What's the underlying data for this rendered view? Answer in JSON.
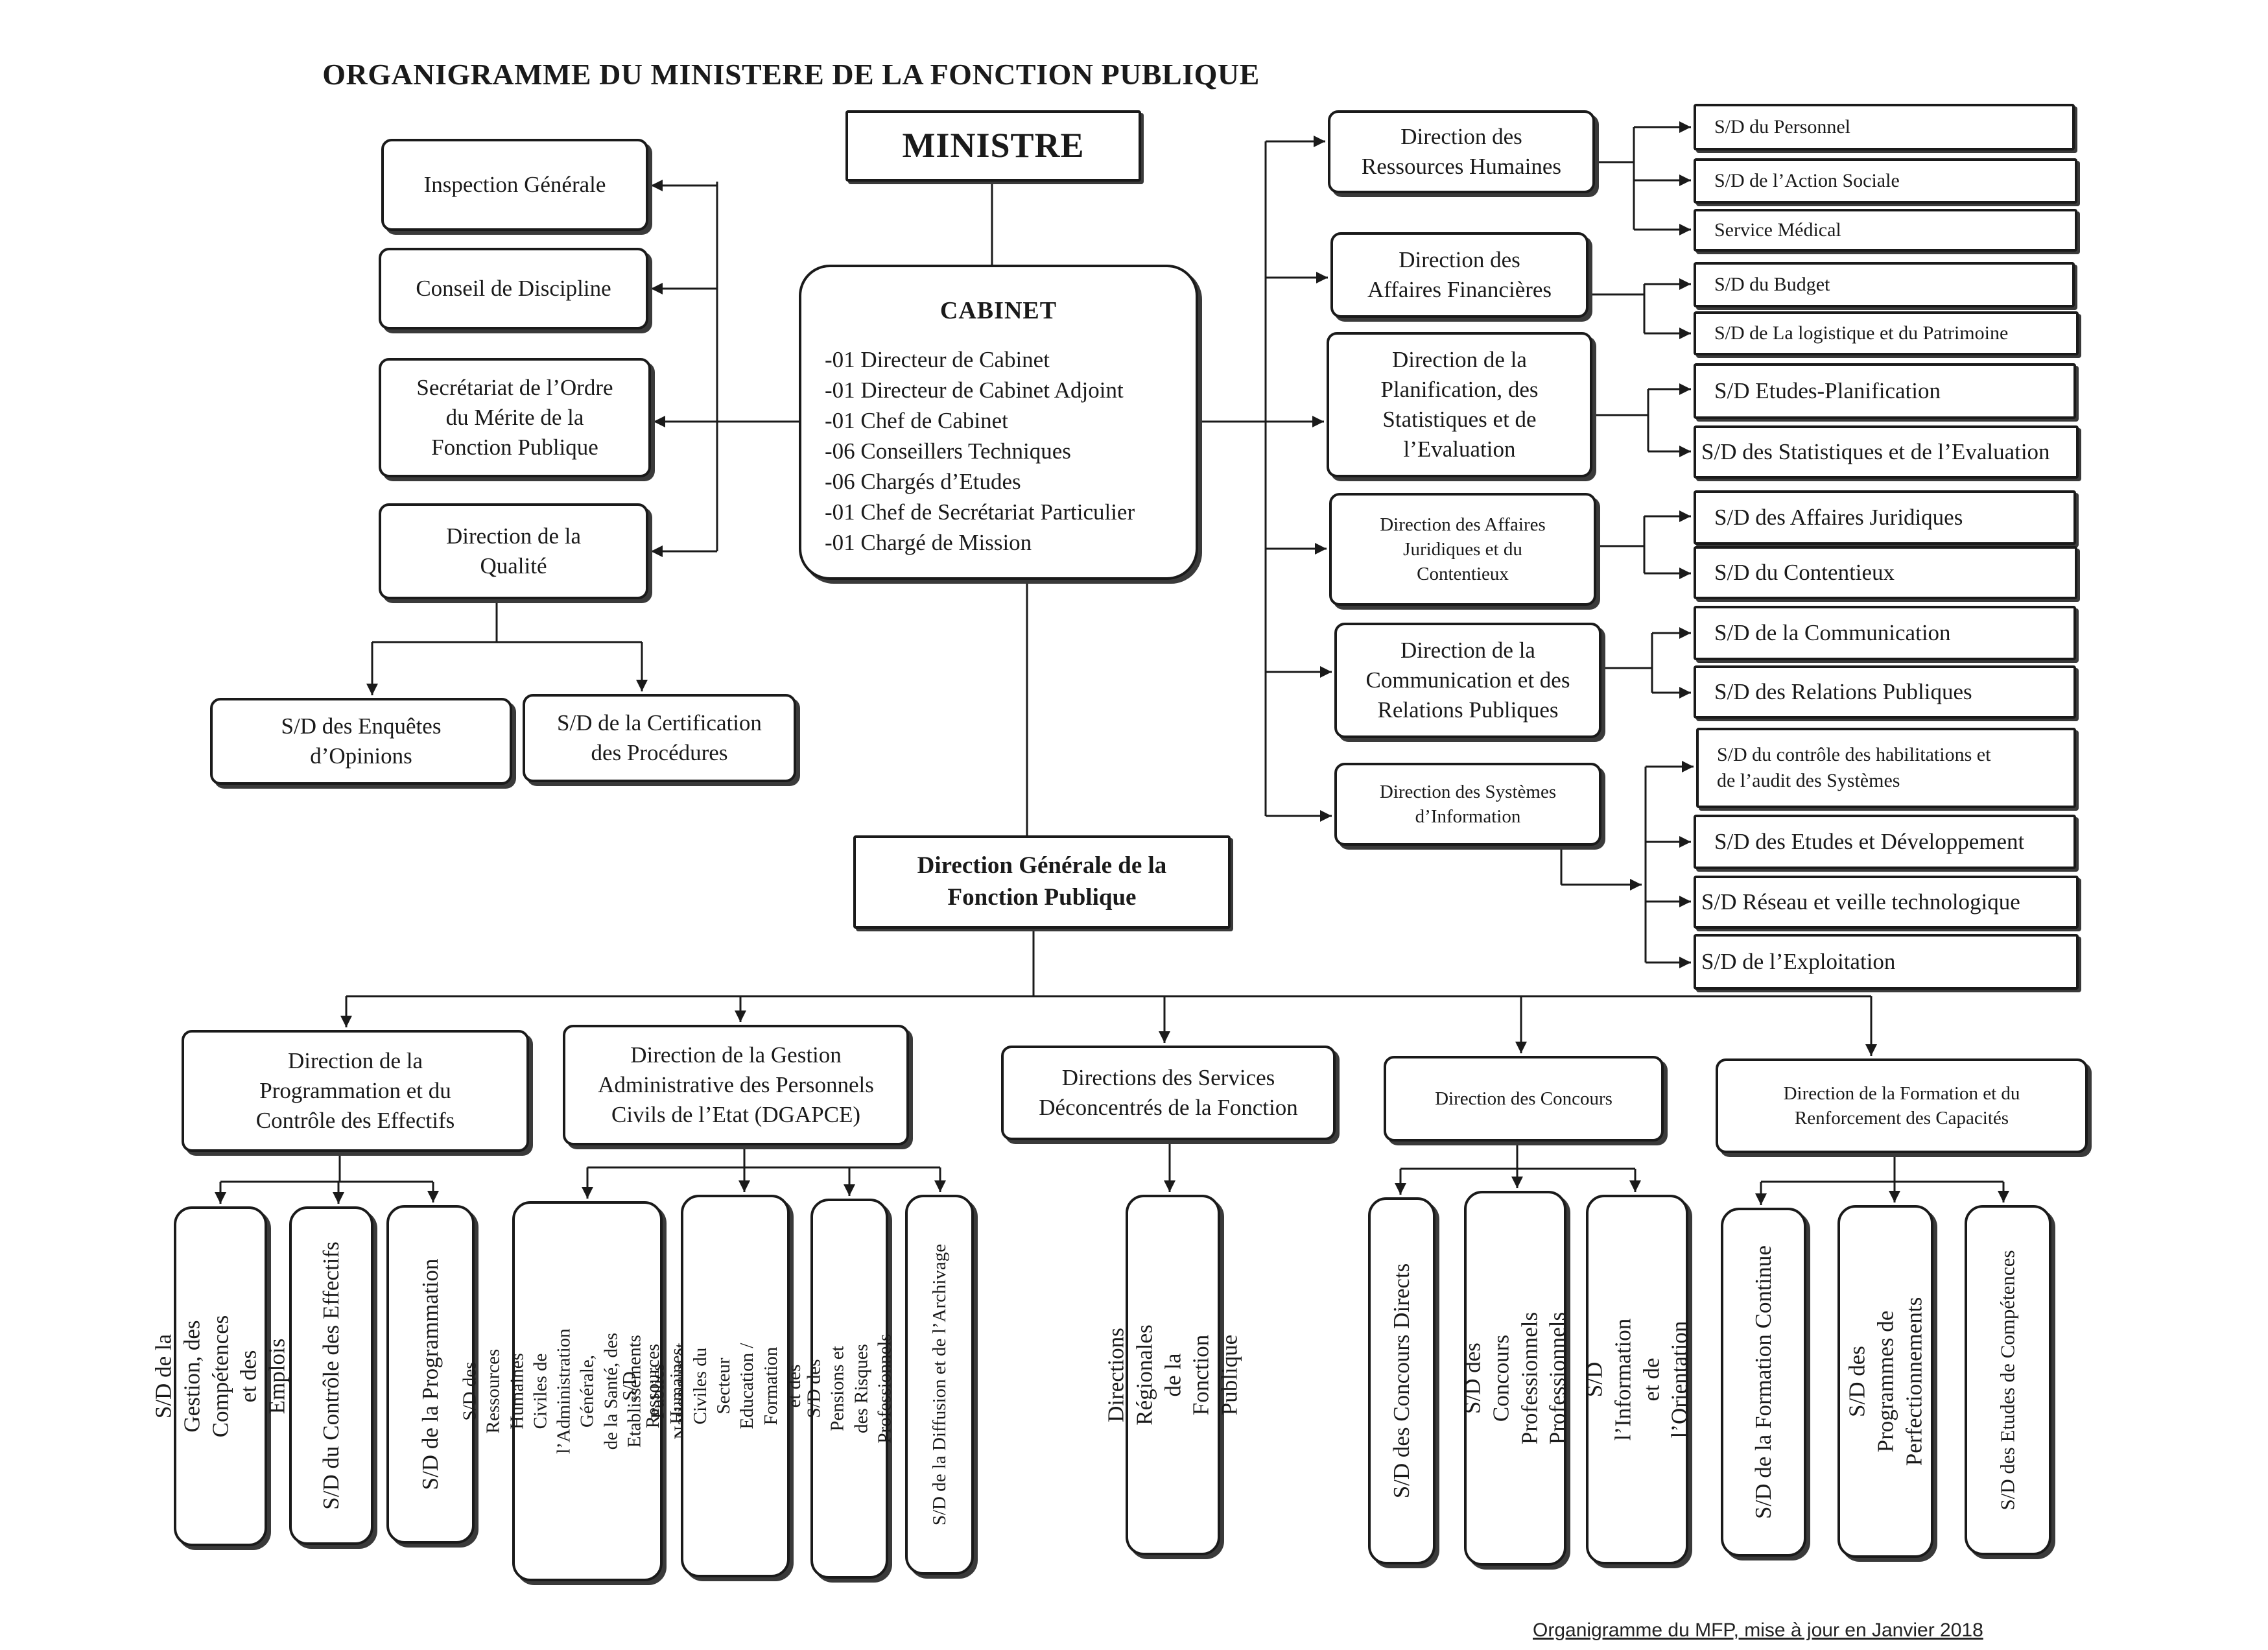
{
  "title": "ORGANIGRAMME DU MINISTERE DE LA FONCTION PUBLIQUE",
  "ministre": "MINISTRE",
  "cabinet": {
    "title": "CABINET",
    "lines": [
      "-01 Directeur de Cabinet",
      "-01 Directeur de Cabinet Adjoint",
      "-01 Chef de Cabinet",
      "-06 Conseillers Techniques",
      "-06 Chargés d’Etudes",
      "-01 Chef de Secrétariat Particulier",
      "-01 Chargé de Mission"
    ]
  },
  "left": {
    "inspection": "Inspection Générale",
    "conseil": "Conseil de Discipline",
    "secretariat": "Secrétariat de l’Ordre\ndu Mérite de la\nFonction Publique",
    "qualite": "Direction de la\nQualité",
    "qualite_subs": [
      "S/D des Enquêtes\nd’Opinions",
      "S/D de la Certification\ndes Procédures"
    ]
  },
  "right": {
    "drh": {
      "label": "Direction des\nRessources Humaines",
      "subs": [
        "S/D du Personnel",
        "S/D de l’Action Sociale",
        "Service Médical"
      ]
    },
    "daf": {
      "label": "Direction des\nAffaires Financières",
      "subs": [
        "S/D du Budget",
        "S/D de La logistique et du Patrimoine"
      ]
    },
    "dpse": {
      "label": "Direction de la\nPlanification, des\nStatistiques et de\nl’Evaluation",
      "subs": [
        "S/D Etudes-Planification",
        "S/D des Statistiques et de l’Evaluation"
      ]
    },
    "daj": {
      "label": "Direction des Affaires\nJuridiques et du\nContentieux",
      "subs": [
        "S/D des Affaires Juridiques",
        "S/D du Contentieux"
      ]
    },
    "dcrp": {
      "label": "Direction de la\nCommunication et des\nRelations Publiques",
      "subs": [
        "S/D de la Communication",
        "S/D des Relations Publiques"
      ]
    },
    "dsi": {
      "label": "Direction des Systèmes\nd’Information",
      "subs": [
        "S/D du contrôle des habilitations et\nde l’audit des Systèmes",
        "S/D des Etudes et Développement",
        "S/D Réseau et veille technologique",
        "S/D de l’Exploitation"
      ]
    }
  },
  "dgfp": "Direction Générale de la\nFonction Publique",
  "bottom": [
    {
      "label": "Direction de la\nProgrammation et du\nContrôle des Effectifs",
      "subs": [
        "S/D de la Gestion, des\nCompétences et des Emplois",
        "S/D du Contrôle des Effectifs",
        "S/D de la Programmation"
      ]
    },
    {
      "label": "Direction de la Gestion\nAdministrative des Personnels\nCivils de l’Etat (DGAPCE)",
      "subs": [
        "S/D des Ressources Humaines\nCiviles de l’Administration Générale,\nde la Santé, des Etablissements\nPublics Nationaux et des Institutions",
        "S/D Ressources Humaines Civiles du\nSecteur Education / Formation et des\nPersonnels Contractuels",
        "S/D des Pensions et des Risques\nProfessionnels",
        "S/D de la Diffusion et de l’Archivage"
      ]
    },
    {
      "label": "Directions des Services\nDéconcentrés de la Fonction",
      "subs": [
        "Directions Régionales de la\nFonction Publique"
      ]
    },
    {
      "label": "Direction des Concours",
      "subs": [
        "S/D des Concours Directs",
        "S/D des Concours Professionnels\nProfessionnels",
        "S/D l’Information et de\nl’Orientation"
      ]
    },
    {
      "label": "Direction de la Formation et du\nRenforcement des Capacités",
      "subs": [
        "S/D de la Formation Continue",
        "S/D des Programmes de\nPerfectionnements",
        "S/D des Etudes de Compétences"
      ]
    }
  ],
  "footer": "Organigramme du MFP, mise à jour en Janvier 2018"
}
